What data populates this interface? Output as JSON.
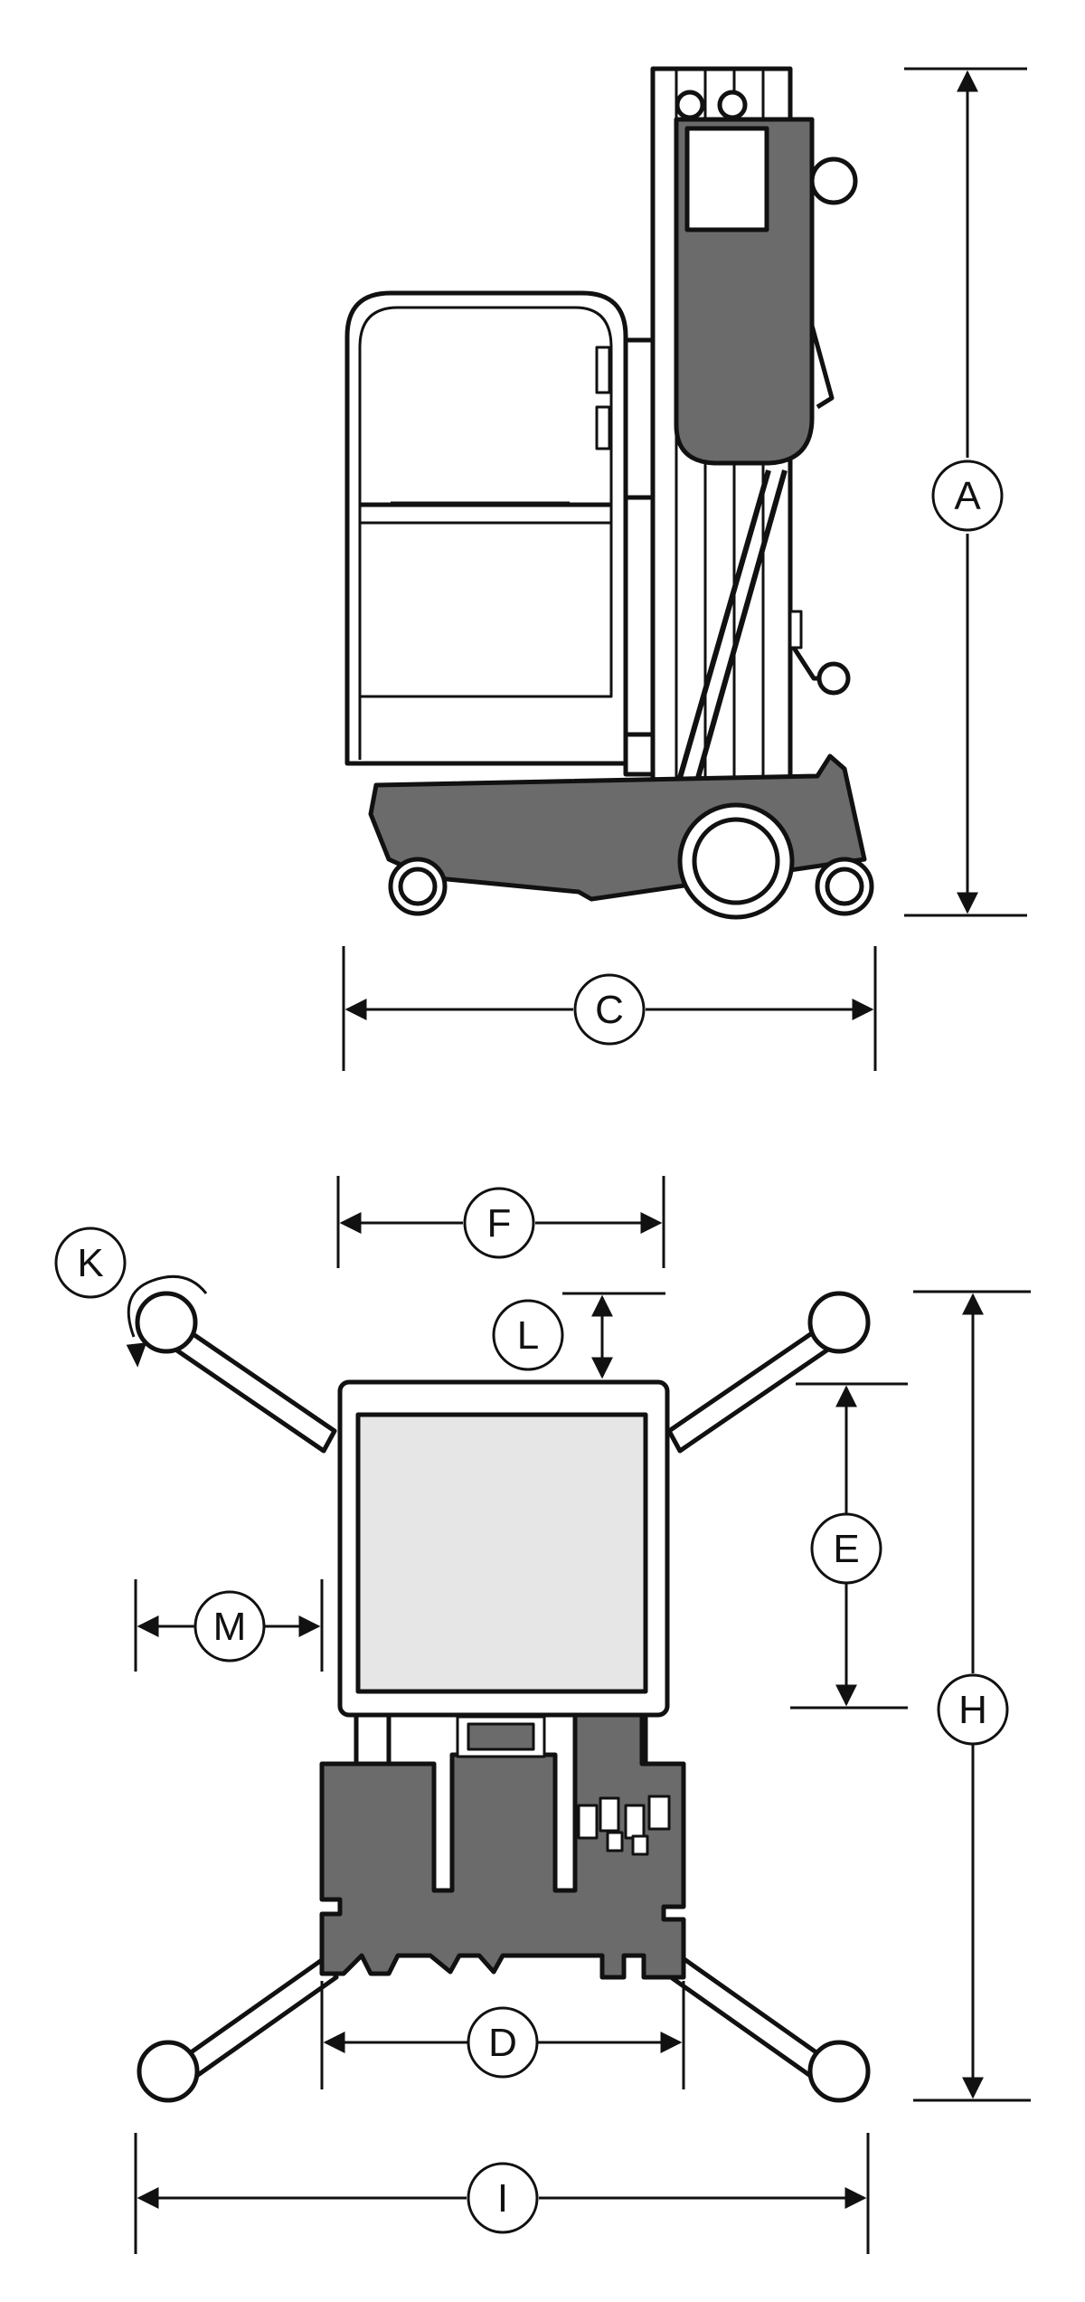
{
  "colors": {
    "body_fill": "#6b6b6b",
    "platform_fill": "#e6e6e6",
    "outline": "#111111",
    "background": "#ffffff"
  },
  "side_view": {
    "labels": {
      "height": "A",
      "length": "C"
    }
  },
  "top_view": {
    "labels": {
      "platform_width": "F",
      "rotate": "K",
      "offset": "L",
      "platform_depth": "E",
      "overall_length": "H",
      "outrigger_reach": "M",
      "base_width": "D",
      "overall_width": "I"
    }
  }
}
